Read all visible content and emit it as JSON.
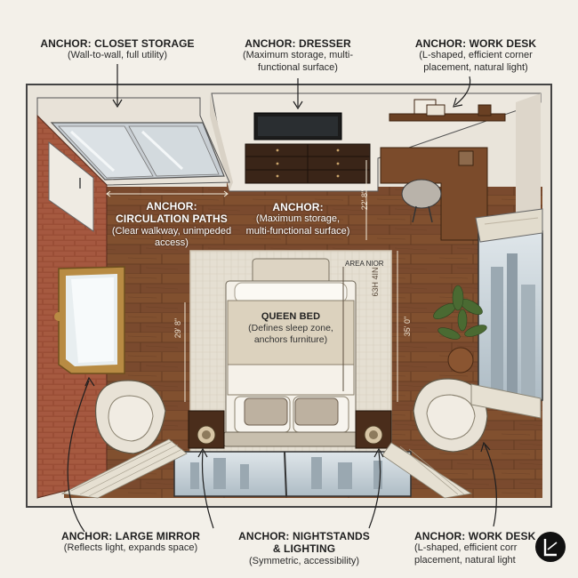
{
  "labels": {
    "closet": {
      "title": "ANCHOR: CLOSET STORAGE",
      "sub": "(Wall-to-wall, full utility)"
    },
    "dresser": {
      "title": "ANCHOR: DRESSER",
      "sub1": "(Maximum storage, multi-",
      "sub2": "functional surface)"
    },
    "desk_top": {
      "title": "ANCHOR: WORK DESK",
      "sub1": "(L-shaped, efficient corner",
      "sub2": "placement, natural light)"
    },
    "circulation": {
      "title1": "ANCHOR:",
      "title2": "CIRCULATION PATHS",
      "sub1": "(Clear walkway, unimpeded",
      "sub2": "access)"
    },
    "dresser_mid": {
      "title1": "ANCHOR:",
      "sub1": "(Maximum storage,",
      "sub2": "multi-functional surface)"
    },
    "bed": {
      "title": "QUEEN BED",
      "sub1": "(Defines sleep zone,",
      "sub2": "anchors furniture)"
    },
    "mirror": {
      "title": "ANCHOR: LARGE MIRROR",
      "sub": "(Reflects light, expands space)"
    },
    "nightstands": {
      "title1": "ANCHOR: NIGHTSTANDS",
      "title2": "& LIGHTING",
      "sub": "(Symmetric, accessibility)"
    },
    "desk_bottom": {
      "title": "ANCHOR: WORK DESK",
      "sub1": "(L-shaped, efficient corr",
      "sub2": "placement, natural light"
    }
  },
  "dimensions": {
    "top_right": "22' 8\"",
    "right": "35' 0\"",
    "left": "29' 8\"",
    "rug_side": "63H 4IN",
    "area_label": "AREA NIOR"
  },
  "colors": {
    "floor": "#7a4a2e",
    "wall": "#ece7de",
    "brick": "#a0533a",
    "rug": "#e6e0d3",
    "bed": "#ddd4c0",
    "glass": "#b9c7cf"
  }
}
